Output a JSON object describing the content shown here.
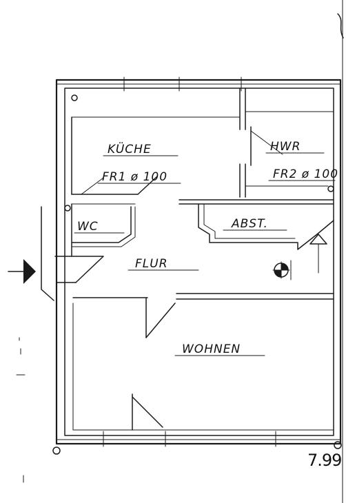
{
  "rooms": {
    "kueche": "KÜCHE",
    "hwr": "HWR",
    "wc": "WC",
    "abst": "ABST.",
    "flur": "FLUR",
    "wohnen": "WOHNEN"
  },
  "annotations": {
    "fr1": "FR1 ø 100",
    "fr2": "FR2 ø 100"
  },
  "dimension": "7.99"
}
